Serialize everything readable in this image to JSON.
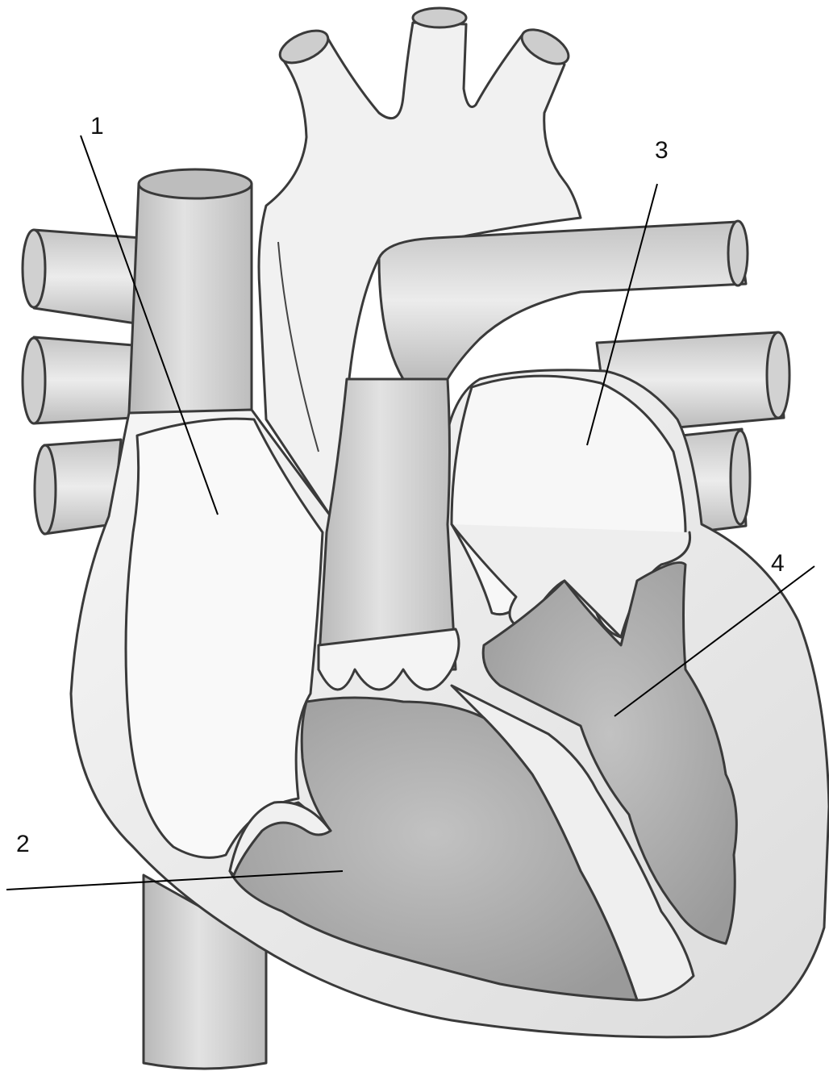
{
  "diagram": {
    "labels": [
      {
        "id": "label-1",
        "text": "1"
      },
      {
        "id": "label-2",
        "text": "2"
      },
      {
        "id": "label-3",
        "text": "3"
      },
      {
        "id": "label-4",
        "text": "4"
      }
    ],
    "colors": {
      "background": "#ffffff",
      "wall": "#eeeeee",
      "vessel": "#d4d4d4",
      "chamber_dark": "#a6a6a6",
      "outline": "#3a3a3a"
    }
  }
}
